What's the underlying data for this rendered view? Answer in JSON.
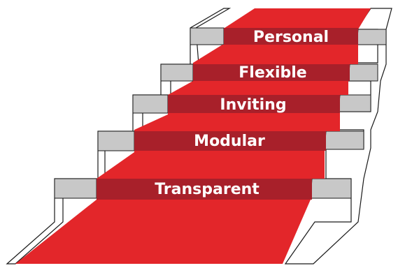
{
  "steps": [
    {
      "label": "Personal"
    },
    {
      "label": "Flexible"
    },
    {
      "label": "Inviting"
    },
    {
      "label": "Modular"
    },
    {
      "label": "Transparent"
    }
  ],
  "colors": {
    "carpet": "#e3262a",
    "carpet_dark": "#a8202a",
    "step_face": "#c8c8c8",
    "step_outline": "#1a1a1a",
    "background": "#ffffff",
    "label_text": "#ffffff"
  }
}
